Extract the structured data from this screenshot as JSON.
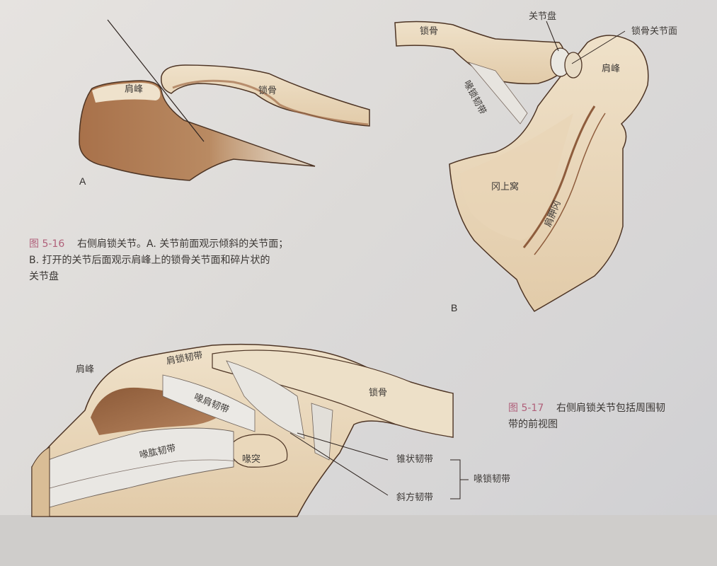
{
  "figure_5_16": {
    "caption": {
      "number": "图 5-16",
      "line1": "右侧肩锁关节。A. 关节前面观示倾斜的关节面；",
      "line2": "B. 打开的关节后面观示肩峰上的锁骨关节面和碎片状的",
      "line3": "关节盘"
    },
    "panel_a": {
      "letter": "A",
      "labels": {
        "acromion": "肩峰",
        "clavicle": "锁骨"
      }
    },
    "panel_b": {
      "letter": "B",
      "labels": {
        "clavicle": "锁骨",
        "articular_disc": "关节盘",
        "clavicular_facet": "锁骨关节面",
        "acromion": "肩峰",
        "coracoclavicular_ligament": "喙锁韧带",
        "supraspinous_fossa": "冈上窝",
        "scapular_spine": "肩胛冈"
      }
    }
  },
  "figure_5_17": {
    "caption": {
      "number": "图 5-17",
      "line1": "右侧肩锁关节包括周围韧",
      "line2": "带的前视图"
    },
    "labels": {
      "acromion": "肩峰",
      "acromioclavicular_ligament": "肩锁韧带",
      "coracoacromial_ligament": "喙肩韧带",
      "clavicle": "锁骨",
      "coracohumeral_ligament": "喙肱韧带",
      "coracoid_process": "喙突",
      "conoid_ligament": "锥状韧带",
      "trapezoid_ligament": "斜方韧带",
      "coracoclavicular_ligament": "喙锁韧带"
    }
  },
  "colors": {
    "figure_number": "#b0607a",
    "bone_light": "#ecdcc2",
    "bone_dark": "#a4704a",
    "outline": "#5a3a28",
    "ligament": "#e8e6e2"
  }
}
